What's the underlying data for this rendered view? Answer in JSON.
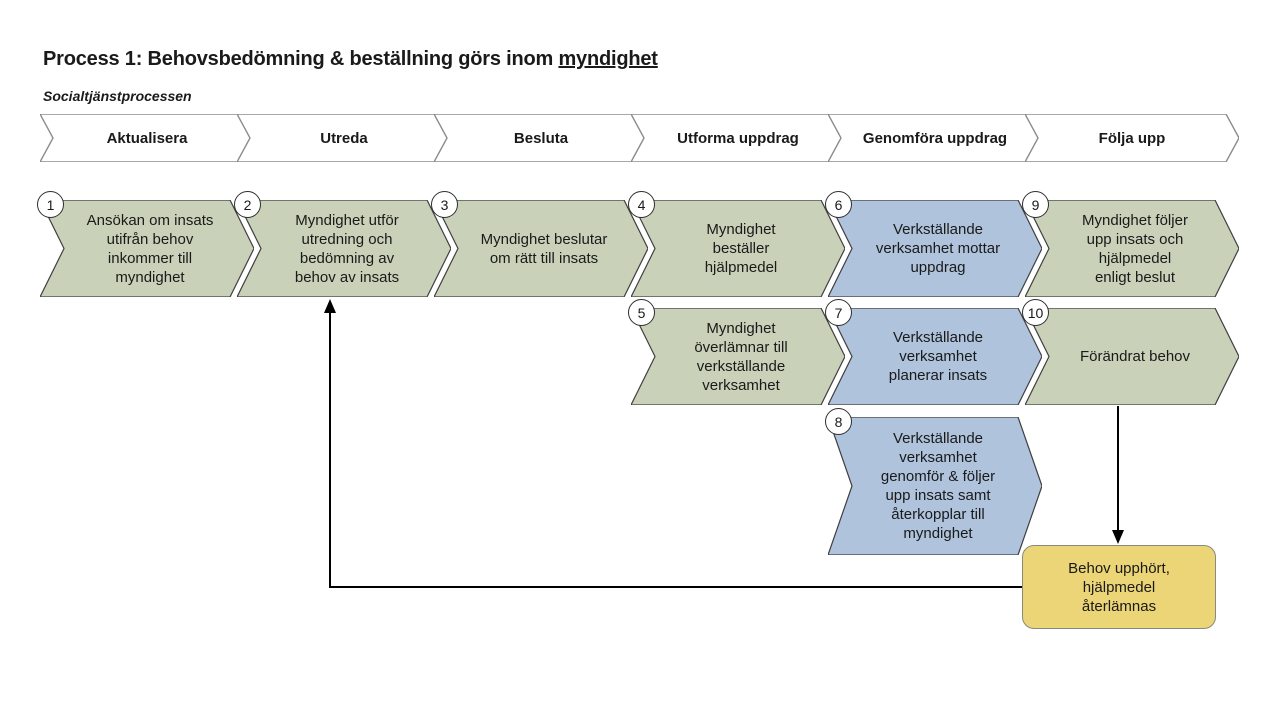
{
  "title": {
    "prefix": "Process 1: Behovsbedömning & beställning görs inom ",
    "underlined": "myndighet"
  },
  "subtitle": "Socialtjänstprocessen",
  "phases": [
    "Aktualisera",
    "Utreda",
    "Besluta",
    "Utforma uppdrag",
    "Genomföra uppdrag",
    "Följa upp"
  ],
  "steps": [
    {
      "num": "1",
      "text": "Ansökan om insats\nutifrån behov\ninkommer till\nmyndighet"
    },
    {
      "num": "2",
      "text": "Myndighet utför\nutredning och\nbedömning av\nbehov av insats"
    },
    {
      "num": "3",
      "text": "Myndighet beslutar\nom rätt till insats"
    },
    {
      "num": "4",
      "text": "Myndighet\nbeställer\nhjälpmedel"
    },
    {
      "num": "5",
      "text": "Myndighet\növerlämnar till\nverkställande\nverksamhet"
    },
    {
      "num": "6",
      "text": "Verkställande\nverksamhet mottar\nuppdrag"
    },
    {
      "num": "7",
      "text": "Verkställande\nverksamhet\nplanerar insats"
    },
    {
      "num": "8",
      "text": "Verkställande\nverksamhet\ngenomför & följer\nupp insats samt\nåterkopplar till\nmyndighet"
    },
    {
      "num": "9",
      "text": "Myndighet följer\nupp insats och\nhjälpmedel\nenligt beslut"
    },
    {
      "num": "10",
      "text": "Förändrat behov"
    }
  ],
  "end_box": {
    "text": "Behov upphört,\nhjälpmedel\nåterlämnas"
  },
  "colors": {
    "step_green": "#C9D1B9",
    "step_blue": "#AFC3DC",
    "end_yellow": "#EBD576",
    "phase_fill": "#FFFFFF",
    "phase_stroke": "#8C8C8C",
    "step_stroke": "#3F3F3F",
    "connector": "#000000"
  }
}
